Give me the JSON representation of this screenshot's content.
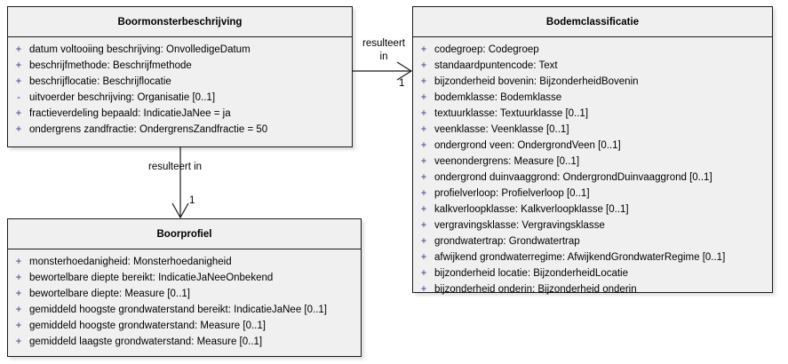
{
  "diagram": {
    "type": "uml-class-diagram",
    "background_color": "#ffffff",
    "class_fill_color": "#f0f0f0",
    "border_color": "#1a1a1a",
    "visibility_color": "#3a3a8c"
  },
  "classes": [
    {
      "id": "boormonsterbeschrijving",
      "name": "Boormonsterbeschrijving",
      "attributes": [
        {
          "visibility": "+",
          "text": "datum voltooiing beschrijving: OnvolledigeDatum"
        },
        {
          "visibility": "+",
          "text": "beschrijfmethode: Beschrijfmethode"
        },
        {
          "visibility": "+",
          "text": "beschrijflocatie: Beschrijflocatie"
        },
        {
          "visibility": "-",
          "text": "uitvoerder beschrijving: Organisatie [0..1]"
        },
        {
          "visibility": "+",
          "text": "fractieverdeling bepaald: IndicatieJaNee = ja"
        },
        {
          "visibility": "+",
          "text": "ondergrens zandfractie: OndergrensZandfractie = 50"
        }
      ]
    },
    {
      "id": "bodemclassificatie",
      "name": "Bodemclassificatie",
      "attributes": [
        {
          "visibility": "+",
          "text": "codegroep: Codegroep"
        },
        {
          "visibility": "+",
          "text": "standaardpuntencode: Text"
        },
        {
          "visibility": "+",
          "text": "bijzonderheid bovenin: BijzonderheidBovenin"
        },
        {
          "visibility": "+",
          "text": "bodemklasse: Bodemklasse"
        },
        {
          "visibility": "+",
          "text": "textuurklasse: Textuurklasse [0..1]"
        },
        {
          "visibility": "+",
          "text": "veenklasse: Veenklasse [0..1]"
        },
        {
          "visibility": "+",
          "text": "ondergrond veen: OndergrondVeen [0..1]"
        },
        {
          "visibility": "+",
          "text": "veenondergrens: Measure [0..1]"
        },
        {
          "visibility": "+",
          "text": "ondergrond duinvaaggrond: OndergrondDuinvaaggrond [0..1]"
        },
        {
          "visibility": "+",
          "text": "profielverloop: Profielverloop [0..1]"
        },
        {
          "visibility": "+",
          "text": "kalkverloopklasse: Kalkverloopklasse [0..1]"
        },
        {
          "visibility": "+",
          "text": "vergravingsklasse: Vergravingsklasse"
        },
        {
          "visibility": "+",
          "text": "grondwatertrap: Grondwatertrap"
        },
        {
          "visibility": "+",
          "text": "afwijkend grondwaterregime: AfwijkendGrondwaterRegime [0..1]"
        },
        {
          "visibility": "+",
          "text": "bijzonderheid locatie: BijzonderheidLocatie"
        },
        {
          "visibility": "+",
          "text": "bijzonderheid onderin: Bijzonderheid onderin"
        }
      ]
    },
    {
      "id": "boorprofiel",
      "name": "Boorprofiel",
      "attributes": [
        {
          "visibility": "+",
          "text": "monsterhoedanigheid: Monsterhoedanigheid"
        },
        {
          "visibility": "+",
          "text": "bewortelbare diepte bereikt: IndicatieJaNeeOnbekend"
        },
        {
          "visibility": "+",
          "text": "bewortelbare diepte: Measure [0..1]"
        },
        {
          "visibility": "+",
          "text": "gemiddeld hoogste grondwaterstand bereikt: IndicatieJaNee [0..1]"
        },
        {
          "visibility": "+",
          "text": "gemiddeld hoogste grondwaterstand: Measure [0..1]"
        },
        {
          "visibility": "+",
          "text": "gemiddeld laagste grondwaterstand: Measure [0..1]"
        }
      ]
    }
  ],
  "connectors": [
    {
      "id": "boormonsterbeschrijving-to-bodemclassificatie",
      "label": "resulteert in",
      "label_line1": "resulteert",
      "label_line2": "in",
      "target_multiplicity": "1",
      "direction": "horizontal",
      "arrow": "open"
    },
    {
      "id": "boormonsterbeschrijving-to-boorprofiel",
      "label": "resulteert in",
      "target_multiplicity": "1",
      "direction": "vertical",
      "arrow": "open"
    }
  ]
}
